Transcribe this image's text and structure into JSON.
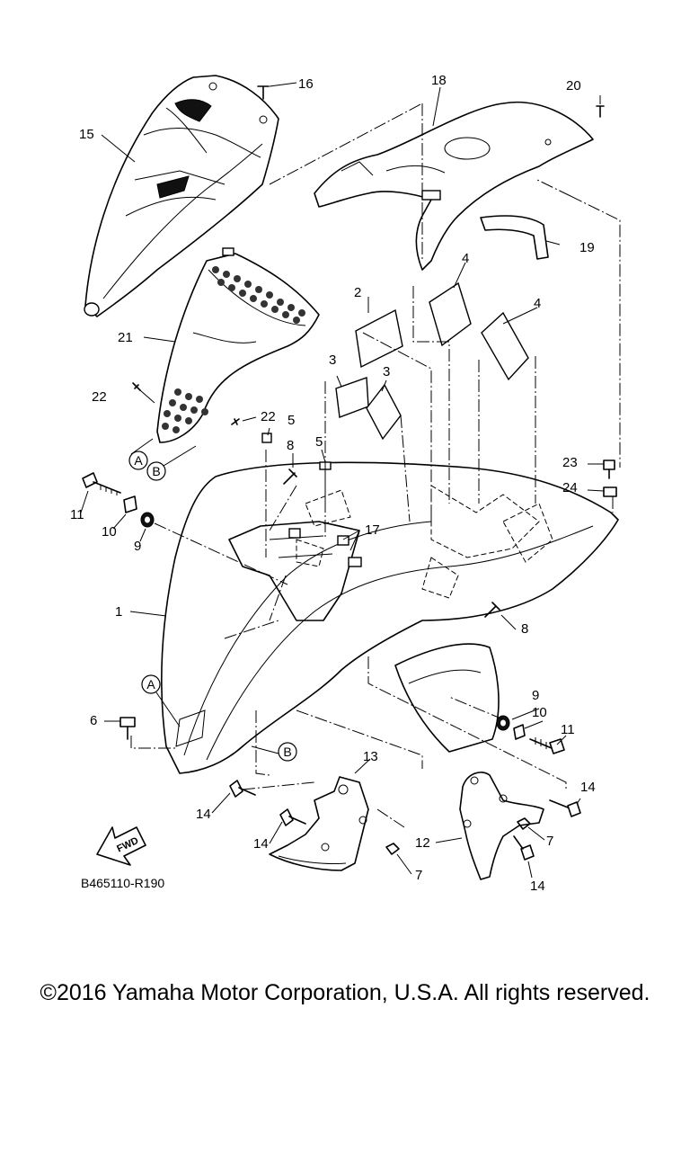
{
  "diagram": {
    "code": "B465110-R190",
    "fwd_label": "FWD",
    "ref_letters": [
      "A",
      "B"
    ],
    "callouts": [
      {
        "id": "c1",
        "label": "1"
      },
      {
        "id": "c2",
        "label": "2"
      },
      {
        "id": "c3a",
        "label": "3"
      },
      {
        "id": "c3b",
        "label": "3"
      },
      {
        "id": "c4a",
        "label": "4"
      },
      {
        "id": "c4b",
        "label": "4"
      },
      {
        "id": "c5a",
        "label": "5"
      },
      {
        "id": "c5b",
        "label": "5"
      },
      {
        "id": "c6",
        "label": "6"
      },
      {
        "id": "c7a",
        "label": "7"
      },
      {
        "id": "c7b",
        "label": "7"
      },
      {
        "id": "c8a",
        "label": "8"
      },
      {
        "id": "c8b",
        "label": "8"
      },
      {
        "id": "c9a",
        "label": "9"
      },
      {
        "id": "c9b",
        "label": "9"
      },
      {
        "id": "c10a",
        "label": "10"
      },
      {
        "id": "c10b",
        "label": "10"
      },
      {
        "id": "c11a",
        "label": "11"
      },
      {
        "id": "c11b",
        "label": "11"
      },
      {
        "id": "c12",
        "label": "12"
      },
      {
        "id": "c13",
        "label": "13"
      },
      {
        "id": "c14a",
        "label": "14"
      },
      {
        "id": "c14b",
        "label": "14"
      },
      {
        "id": "c14c",
        "label": "14"
      },
      {
        "id": "c14d",
        "label": "14"
      },
      {
        "id": "c15",
        "label": "15"
      },
      {
        "id": "c16",
        "label": "16"
      },
      {
        "id": "c17",
        "label": "17"
      },
      {
        "id": "c18",
        "label": "18"
      },
      {
        "id": "c19",
        "label": "19"
      },
      {
        "id": "c20",
        "label": "20"
      },
      {
        "id": "c21",
        "label": "21"
      },
      {
        "id": "c22a",
        "label": "22"
      },
      {
        "id": "c22b",
        "label": "22"
      },
      {
        "id": "c23",
        "label": "23"
      },
      {
        "id": "c24",
        "label": "24"
      }
    ]
  },
  "footer": {
    "copyright": "©2016 Yamaha Motor Corporation, U.S.A. All rights reserved."
  }
}
